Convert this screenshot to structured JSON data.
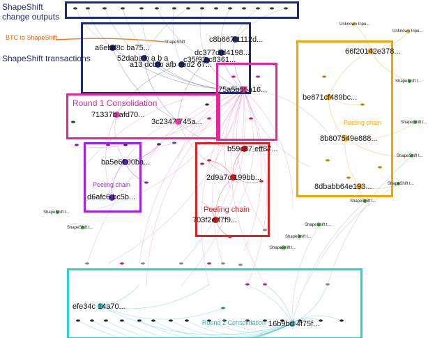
{
  "annotations": {
    "change_outputs": "ShapeShift change outputs",
    "btc_to_shapeshift": "BTC to ShapeShift",
    "shapeshift_transactions": "ShapeShift transactions",
    "round1": "Round 1 Consolidation",
    "round2": "Round 2 Consolidation"
  },
  "peeling_labels": {
    "purple": "Peeling chain",
    "red": "Peeling chain",
    "orange": "Peeling chain"
  },
  "node_labels": {
    "a6ebd": "a6ebd8c ba75...",
    "s52da": "52daba b a b a",
    "a13de": "a13 dcb b afb cbd2 67...",
    "c8b66": "c8b667 1112d...",
    "dc377": "dc377d d4198...",
    "c35f9": "c35f93 c8361...",
    "n75a5": "75a5b55a16...",
    "n71337": "71337b afd70...",
    "n3c234": "3c2347 745a...",
    "ba5e6": "ba5e6f 00ba...",
    "d6afc": "d6afc6 bc5b...",
    "b59c8": "b59c87 eff87...",
    "n2d9a7": "2d9a7c 199bb...",
    "n703f2": "703f2e f7f9...",
    "n66f20": "66f20142e378...",
    "be871": "be871cf489bc...",
    "n8b807": "8b807549e888...",
    "n8dbab": "8dbabb64e193...",
    "efe34": "efe34c 14a70...",
    "n16b9b": "16b9bd 4f75f..."
  },
  "small_labels": {
    "shapeshift_top": "ShapeShift",
    "unknown_input": "Unknown Inpu...",
    "shapeshift_t": "ShapeShift t..."
  },
  "colors": {
    "navy": "#1f2a6e",
    "magenta": "#e8259a",
    "purple": "#a020f0",
    "red": "#dd2222",
    "orange": "#f0a500",
    "cyan": "#22d6d6",
    "btc_line": "#f07a20",
    "green_node": "#35b535",
    "node_navy": "#1c2366",
    "node_purple": "#5a1fbf",
    "node_red": "#cc1a1a",
    "node_orange": "#f2b21f",
    "node_cyan": "#2cb6c4",
    "node_magenta": "#e13aa5"
  }
}
